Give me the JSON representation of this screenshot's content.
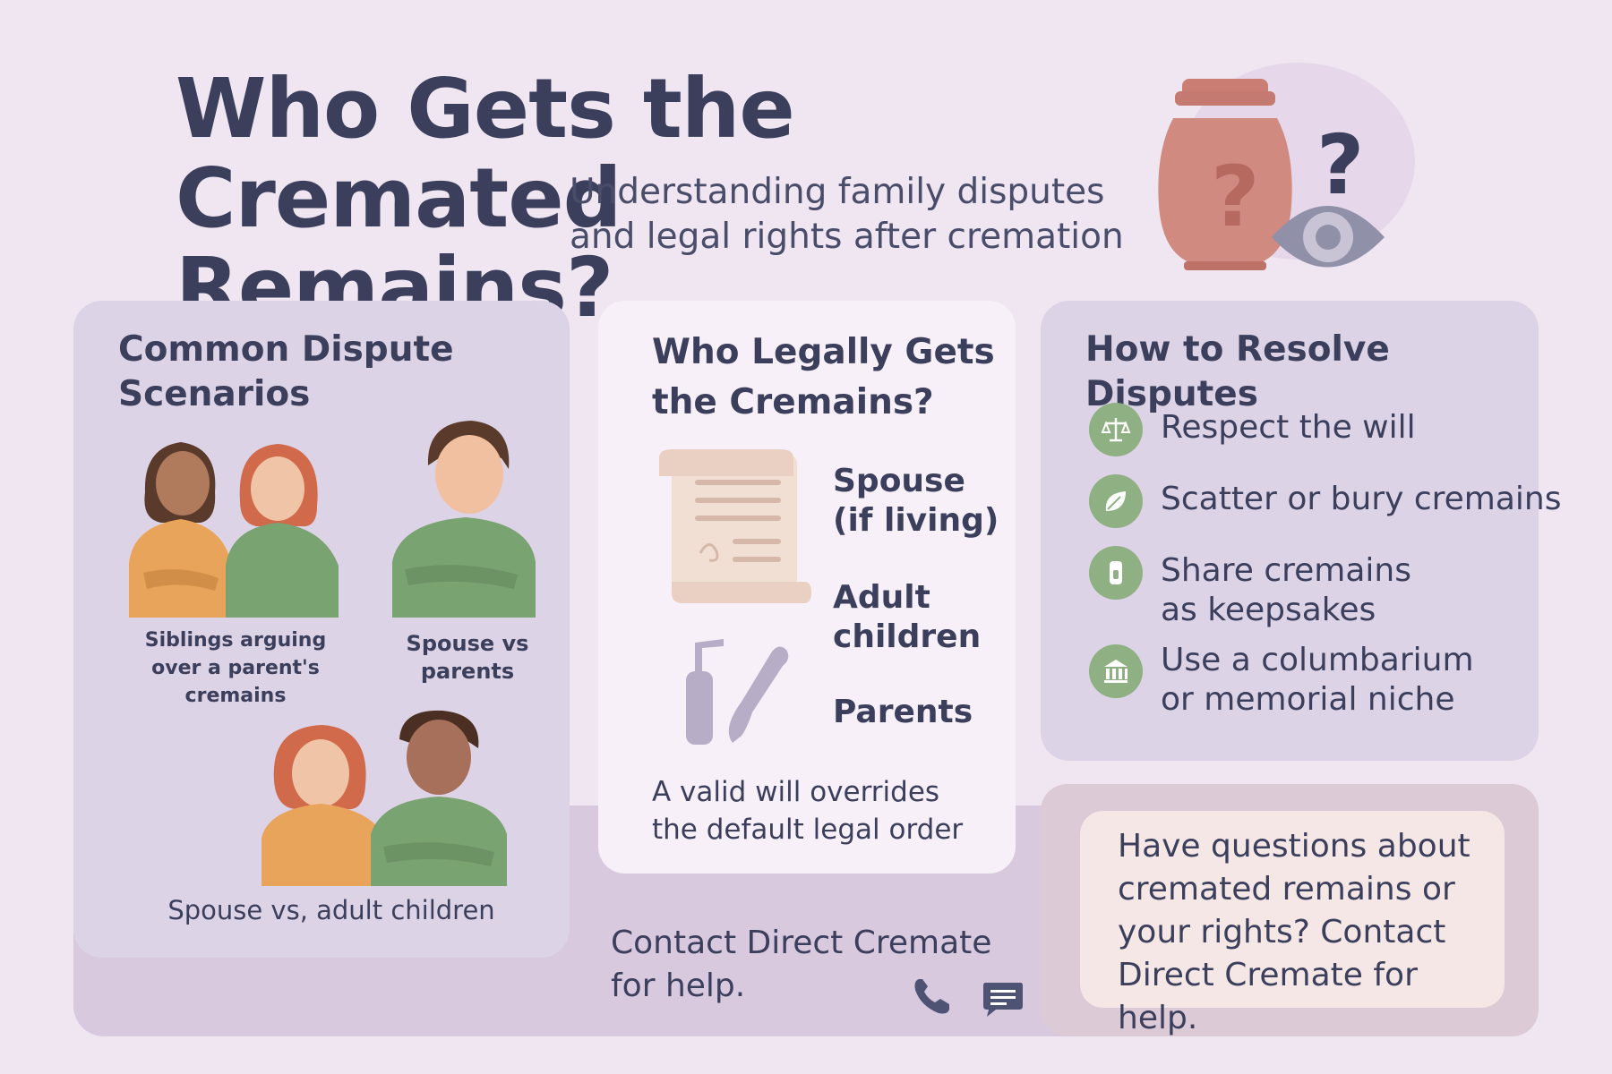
{
  "header": {
    "title_line1": "Who Gets the Cremated",
    "title_line2": "Remains?",
    "subtitle_line1": "Understanding family disputes",
    "subtitle_line2": "and legal rights after cremation"
  },
  "scenarios": {
    "title_line1": "Common Dispute",
    "title_line2": "Scenarios",
    "items": [
      {
        "line1": "Siblings arguing",
        "line2": "over a parent's",
        "line3": "cremains"
      },
      {
        "line1": "Spouse vs",
        "line2": "parents"
      },
      {
        "line1": "Spouse vs, adult children"
      }
    ]
  },
  "legal": {
    "title_line1": "Who Legally Gets",
    "title_line2": "the Cremains?",
    "order": [
      {
        "line1": "Spouse",
        "line2": "(if living)"
      },
      {
        "line1": "Adult",
        "line2": "children"
      },
      {
        "line1": "Parents"
      }
    ],
    "note_line1": "A valid will overrides",
    "note_line2": "the default legal order"
  },
  "resolve": {
    "title": "How to Resolve Disputes",
    "tips": [
      {
        "icon": "scales-icon",
        "line1": "Respect the will",
        "line2": ""
      },
      {
        "icon": "leaf-icon",
        "line1": "Scatter or bury cremains",
        "line2": ""
      },
      {
        "icon": "keepsake-icon",
        "line1": "Share cremains",
        "line2": "as keepsakes"
      },
      {
        "icon": "columbarium-icon",
        "line1": "Use a columbarium",
        "line2": "or memorial niche"
      }
    ]
  },
  "contact": {
    "line1": "Contact Direct Cremate",
    "line2": "for help."
  },
  "cta": {
    "line1": "Have questions about",
    "line2": "cremated remains or",
    "line3": "your rights? Contact",
    "line4": "Direct Cremate for help."
  },
  "colors": {
    "background": "#efe6f2",
    "text": "#3b3f5c",
    "urn": "#d08a80",
    "icon_green": "#8fb083",
    "shirt_orange": "#e8a45a",
    "shirt_green": "#7aa372"
  }
}
